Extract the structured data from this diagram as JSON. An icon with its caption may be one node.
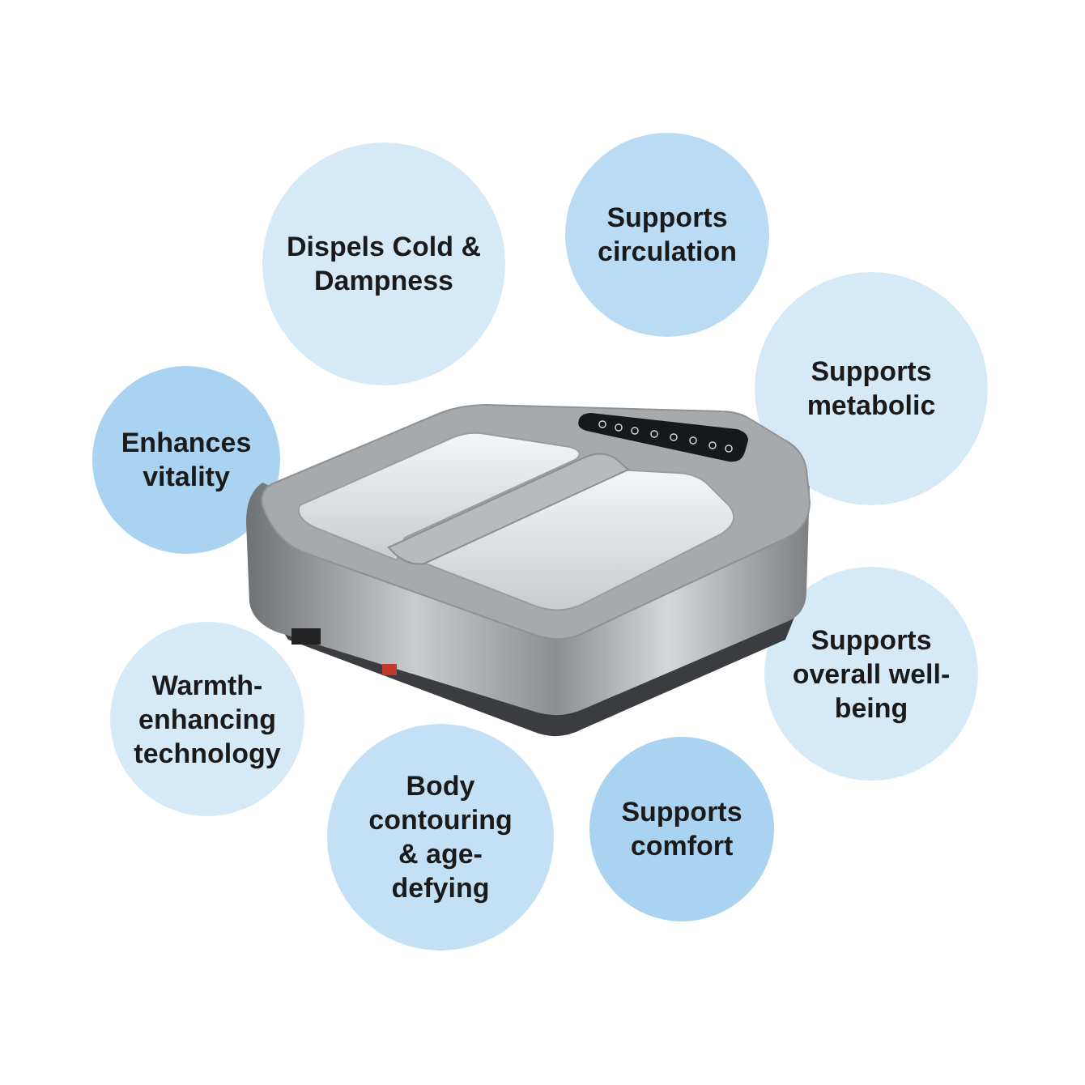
{
  "diagram": {
    "nodes": [
      {
        "text": [
          "Dispels Cold & Dampness"
        ]
      },
      {
        "text": [
          "Supports circulation"
        ]
      },
      {
        "text": [
          "Supports metabolic"
        ]
      },
      {
        "text": [
          "Enhances vitality"
        ]
      },
      {
        "text": [
          "Supports overall well-being"
        ]
      },
      {
        "text": [
          "Warmth-enhancing technology"
        ]
      },
      {
        "text": [
          "Body contouring & age-defying"
        ]
      },
      {
        "text": [
          "Supports comfort"
        ]
      }
    ]
  }
}
